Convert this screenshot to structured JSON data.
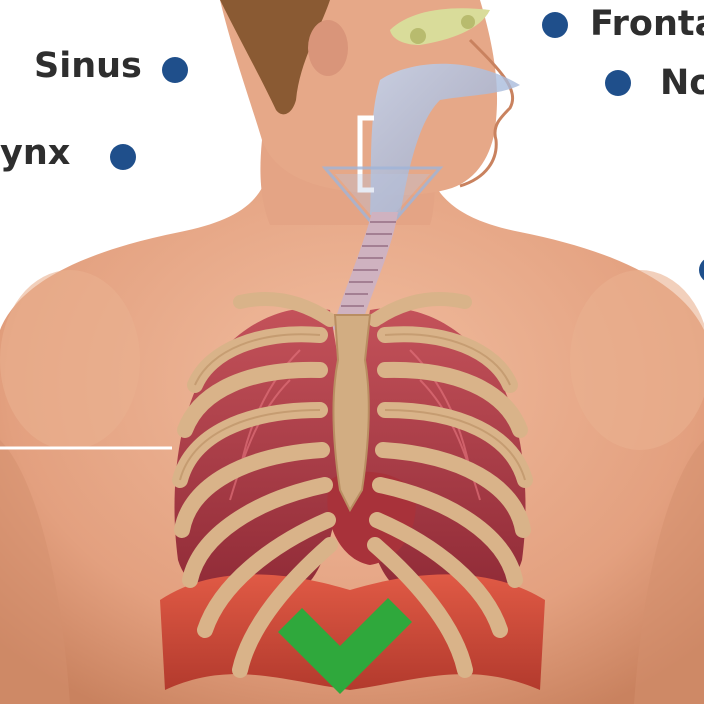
{
  "labels": {
    "frontal": "Fronta",
    "sinus": "Sinus",
    "nose": "No",
    "pharynx": "ynx"
  },
  "colors": {
    "skin": "#e8a98a",
    "skin_shadow": "#d08c6e",
    "hair": "#8a5a33",
    "rib": "#d9b389",
    "rib_dark": "#b98e62",
    "lung": "#b3414a",
    "lung_dark": "#7e2430",
    "diaphragm": "#d04a3a",
    "trachea": "#c9a7b6",
    "airway": "#9fb4d8",
    "sinus": "#d9dc9a",
    "pointer_dot": "#1f4f8b",
    "pointer_line": "#1f4f8b",
    "check": "#2fa83c",
    "label_text": "#2e2e2e"
  },
  "icons": {
    "checkmark": "check-icon"
  }
}
